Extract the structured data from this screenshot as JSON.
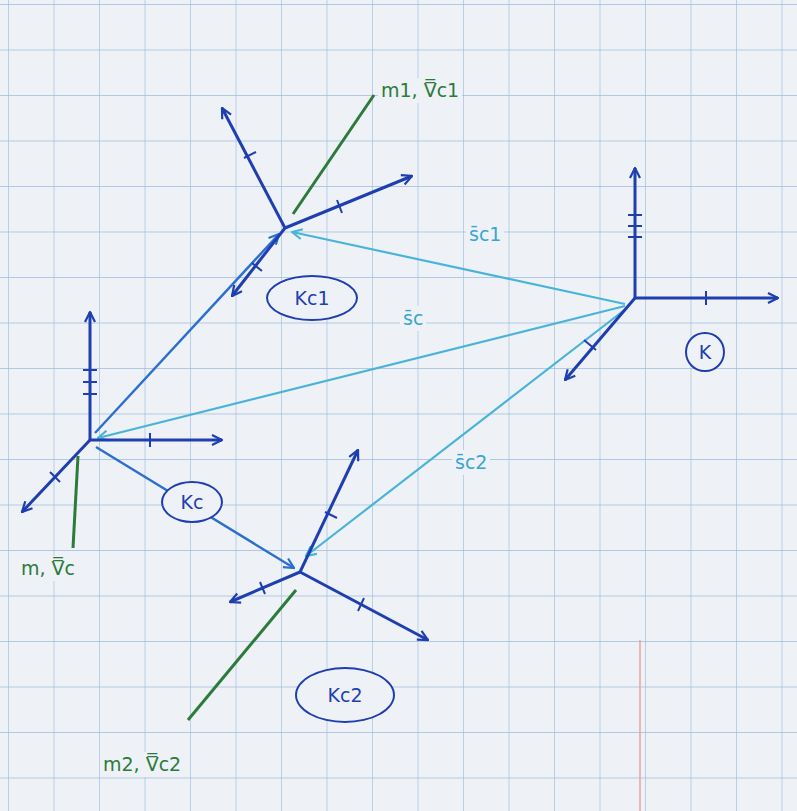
{
  "diagram": {
    "nodes": [
      {
        "text": [
          "Kc1"
        ]
      },
      {
        "text": [
          "K"
        ]
      },
      {
        "text": [
          "Kc"
        ]
      },
      {
        "text": [
          "Kc2"
        ]
      }
    ],
    "labels": [
      "m1, V̿c1",
      "s̄c1",
      "s̄c",
      "m, V̿c",
      "s̄c2",
      "m2, V̿c2"
    ]
  }
}
